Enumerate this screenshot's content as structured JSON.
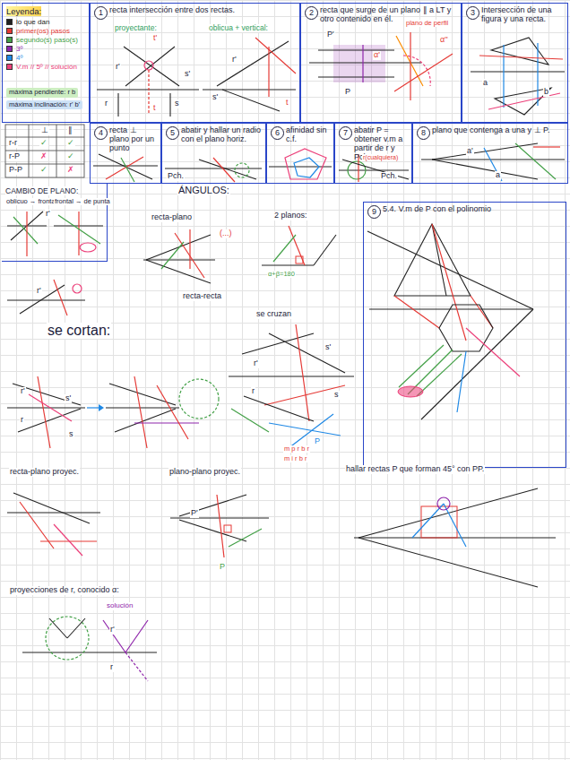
{
  "diagram": {
    "nodes": [
      {
        "text": [
          "Leyenda:"
        ]
      },
      {
        "text": [
          "máxima pendiente: r b"
        ],
        "in": 0
      },
      {
        "text": [
          "máxima inclinación: r' b'"
        ],
        "in": 0
      },
      {
        "text": [
          "1",
          "recta intersección entre dos rectas."
        ]
      },
      {
        "text": [
          "2",
          "recta que surge de un plano ∥ a LT y otro contenido en él."
        ]
      },
      {
        "text": [
          "3",
          "Intersección de una figura y una recta."
        ]
      },
      {
        "text": [
          "4",
          "recta ⊥ plano por un punto"
        ]
      },
      {
        "text": [
          "5",
          "abatir y hallar un radio con el plano horiz."
        ]
      },
      {
        "text": [
          "6",
          "afinidad sin c.f."
        ]
      },
      {
        "text": [
          "7",
          "abatir P = obtener v.m a partir de r y Pch."
        ]
      },
      {
        "text": [
          "8",
          "plano que contenga a una y ⊥ P."
        ]
      },
      {
        "text": [
          "CAMBIO DE PLANO:"
        ]
      },
      {
        "text": [
          "9",
          "5.4. V.m de P con el polinomio"
        ]
      }
    ],
    "labels": [
      "proyectante:",
      "oblicua + vertical:",
      "r'",
      "s'",
      "r",
      "s",
      "t'",
      "t",
      "r'",
      "s'",
      "t",
      "plano de perfil",
      "P'",
      "P",
      "α'",
      "α''",
      "a",
      "b",
      "⊥",
      "∥",
      "r-r",
      "✓",
      "✓",
      "r-P",
      "✗",
      "✓",
      "P-P",
      "✓",
      "✗",
      "Pch.",
      "r(cualquiera)",
      "Pch.",
      "a'",
      "a",
      "oblicuo → frontal",
      "frontal → de punta",
      "r'",
      "r'",
      "ÁNGULOS:",
      "recta-plano",
      "(...)",
      "2 planos:",
      "α+β=180",
      "recta-recta",
      "se cruzan",
      "r'",
      "s'",
      "r",
      "s",
      "P",
      "m p r b r",
      "m i r b r",
      "se cortan:",
      "r'",
      "s'",
      "r",
      "s",
      "recta-plano proyec.",
      "plano-plano proyec.",
      "hallar rectas P que forman 45° con PP.",
      "P'",
      "P",
      "proyecciones de r, conocido α:",
      "solución",
      "r'",
      "r"
    ],
    "legend": [
      {
        "text": "lo que dan",
        "color": "#222222"
      },
      {
        "text": "primer(os) pasos",
        "color": "#e53935"
      },
      {
        "text": "segundo(s) paso(s)",
        "color": "#43a047"
      },
      {
        "text": "3º",
        "color": "#8e24aa"
      },
      {
        "text": "4º",
        "color": "#1e88e5"
      },
      {
        "text": "V.m // 5º // solución",
        "color": "#ec407a"
      }
    ]
  }
}
